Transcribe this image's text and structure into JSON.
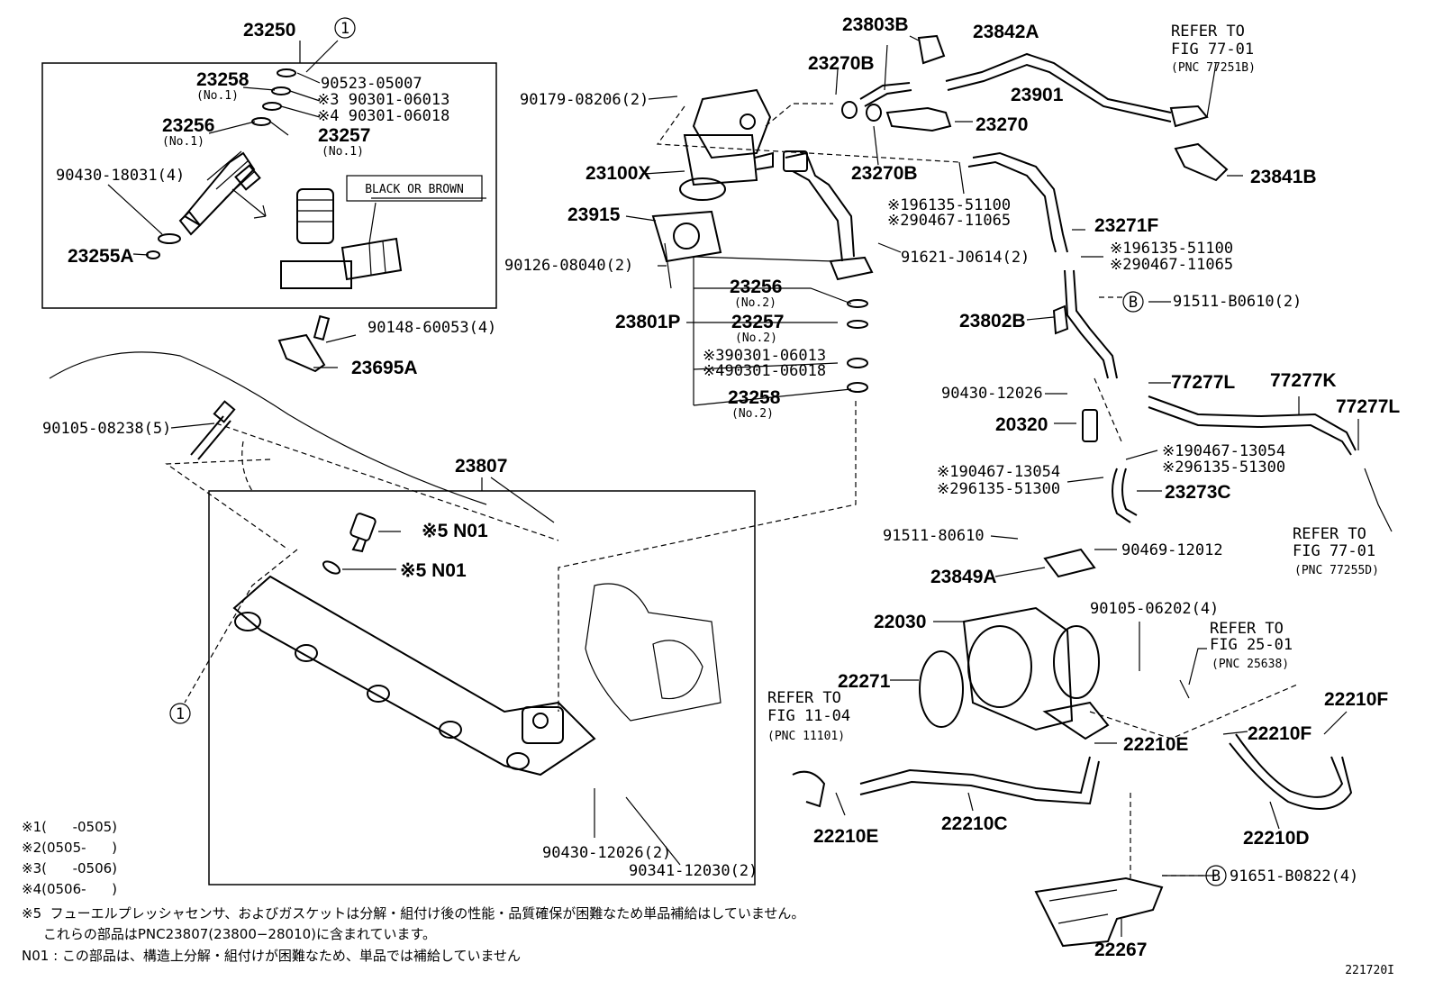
{
  "labels": {
    "p23250": "23250",
    "circ1_top": "1",
    "p90523": "90523-05007",
    "p23258_1": "23258",
    "p23258_1_sub": "(No.1)",
    "p90301_06013_1": "※3 90301-06013",
    "p90301_06018_1": "※4 90301-06018",
    "p23256_1": "23256",
    "p23256_1_sub": "(No.1)",
    "p23257_1": "23257",
    "p23257_1_sub": "(No.1)",
    "p90430_18031": "90430-18031(4)",
    "black_brown": "BLACK OR BROWN",
    "p23255A": "23255A",
    "p90148": "90148-60053(4)",
    "p23695A": "23695A",
    "p90105_08238": "90105-08238(5)",
    "p23807": "23807",
    "n01_a": "※5  N01",
    "n01_b": "※5   N01",
    "circ1_bottom": "1",
    "p90430_12026_2": "90430-12026(2)",
    "p90341": "90341-12030(2)",
    "p90179": "90179-08206(2)",
    "p23803B": "23803B",
    "p23842A": "23842A",
    "p23270B_a": "23270B",
    "p23901": "23901",
    "p23270": "23270",
    "p23270B_b": "23270B",
    "p23100X": "23100X",
    "p23915": "23915",
    "p90126": "90126-08040(2)",
    "p96135_51100_a": "※196135-51100",
    "p90467_11065_a": "※290467-11065",
    "p23271F": "23271F",
    "p91621": "91621-J0614(2)",
    "p96135_51100_b": "※196135-51100",
    "p90467_11065_b": "※290467-11065",
    "p23256_2": "23256",
    "p23256_2_sub": "(No.2)",
    "p23801P": "23801P",
    "p23257_2": "23257",
    "p23257_2_sub": "(No.2)",
    "p90301_06013_2": "※390301-06013",
    "p90301_06018_2": "※490301-06018",
    "p23258_2": "23258",
    "p23258_2_sub": "(No.2)",
    "refer_77_01_a": "REFER TO",
    "refer_77_01_a2": "FIG 77-01",
    "refer_77_01_a3": "(PNC 77251B)",
    "p23841B": "23841B",
    "p23802B": "23802B",
    "pB_91511": "91511-B0610(2)",
    "p90430_12026": "90430-12026",
    "p77277L_a": "77277L",
    "p77277K": "77277K",
    "p77277L_b": "77277L",
    "p20320": "20320",
    "p90467_13054_a": "※190467-13054",
    "p96135_51300_a": "※296135-51300",
    "p90467_13054_b": "※190467-13054",
    "p96135_51300_b": "※296135-51300",
    "p23273C": "23273C",
    "refer_77_01_b": "REFER TO",
    "refer_77_01_b2": "FIG 77-01",
    "refer_77_01_b3": "(PNC 77255D)",
    "p91511_80610": "91511-80610",
    "p90469": "90469-12012",
    "p23849A": "23849A",
    "p22030": "22030",
    "p90105_06202": "90105-06202(4)",
    "refer_25_01": "REFER TO",
    "refer_25_01b": "FIG 25-01",
    "refer_25_01c": "(PNC 25638)",
    "p22271": "22271",
    "p22210F_a": "22210F",
    "refer_11_04": "REFER TO",
    "refer_11_04b": "FIG 11-04",
    "refer_11_04c": "(PNC 11101)",
    "p22210E_a": "22210E",
    "p22210F_b": "22210F",
    "p22210C": "22210C",
    "p22210D": "22210D",
    "p22210E_b": "22210E",
    "pB_91651": "91651-B0822(4)",
    "p22267": "22267",
    "circB_1": "B",
    "circB_2": "B"
  },
  "footnotes": [
    "※1(      -0505)",
    "※2(0505-      )",
    "※3(      -0506)",
    "※4(0506-      )",
    "※5  フューエルプレッシャセンサ、およびガスケットは分解・組付け後の性能・品質確保が困難なため単品補給はしていません。",
    "     これらの部品はPNC23807(23800−28010)に含まれています。",
    "N01 : この部品は、構造上分解・組付けが困難なため、単品では補給していません"
  ],
  "figure_code": "221720I"
}
